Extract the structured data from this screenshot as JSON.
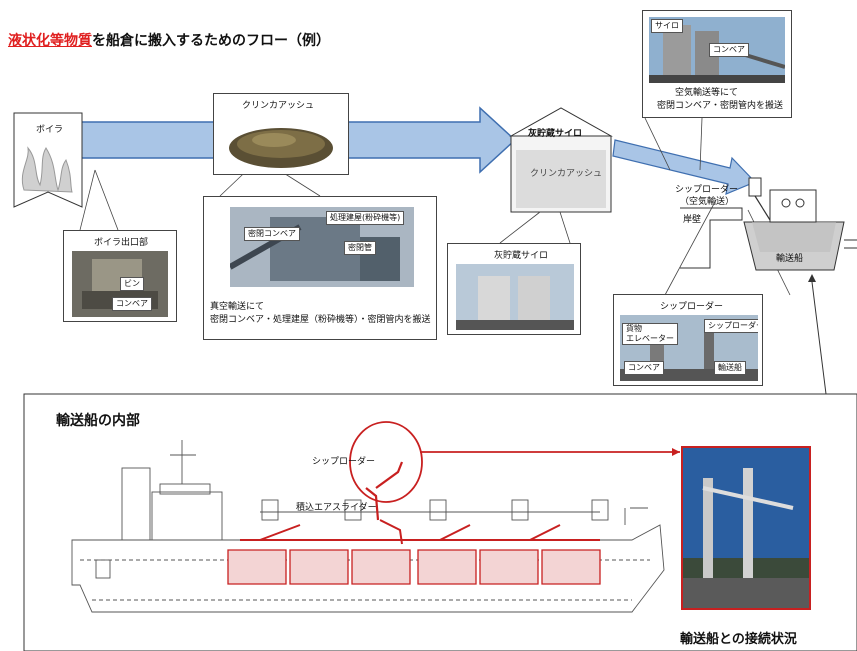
{
  "title": {
    "highlight": "液状化等物質",
    "rest": "を船倉に搬入するためのフロー（例）"
  },
  "boiler": {
    "label": "ボイラ"
  },
  "clinker": {
    "label": "クリンカアッシュ"
  },
  "silo": {
    "label": "灰貯蔵サイロ",
    "inner_label": "クリンカアッシュ"
  },
  "boiler_outlet": {
    "label": "ボイラ出口部",
    "tag_bag": "ビン",
    "tag_conveyor": "コンベア"
  },
  "vacuum": {
    "tag_conveyor": "密閉コンベア",
    "tag_building": "処理建屋(粉砕機等)",
    "tag_pipe": "密閉管",
    "caption1": "真空輸送にて",
    "caption2": "密閉コンベア・処理建屋（粉砕機等）・密閉管内を搬送"
  },
  "silo_photo": {
    "label": "灰貯蔵サイロ"
  },
  "air": {
    "tag_silo": "サイロ",
    "tag_conveyor": "コンベア",
    "caption1": "空気輸送等にて",
    "caption2": "密閉コンベア・密閉管内を搬送"
  },
  "shiploader_note": {
    "line1": "シップローダー",
    "line2": "（空気輸送）"
  },
  "quay": {
    "label": "岸壁"
  },
  "ship": {
    "label": "輸送船"
  },
  "shiploader_photo": {
    "label": "シップローダー",
    "tag_elevator1": "貨物",
    "tag_elevator2": "エレベーター",
    "tag_loader": "シップローダー",
    "tag_conveyor": "コンベア",
    "tag_ship": "輸送船"
  },
  "interior": {
    "title": "輸送船の内部",
    "label_loader": "シップローダー",
    "label_slider": "積込エアスライダー",
    "caption": "輸送船との接続状況"
  },
  "colors": {
    "arrow_fill": "#a9c5e6",
    "arrow_stroke": "#3f6fb0",
    "accent": "#d22020"
  }
}
